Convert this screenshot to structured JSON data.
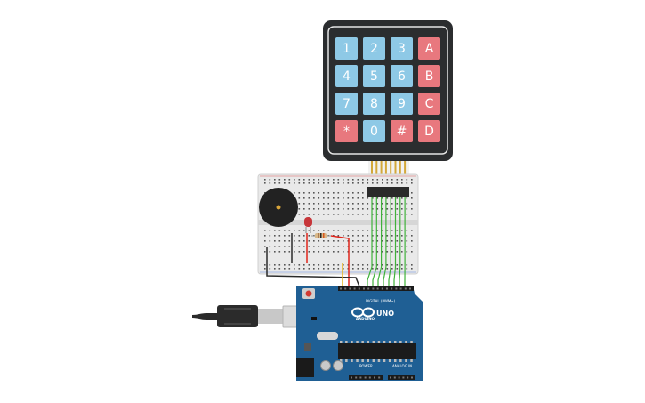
{
  "keypad": {
    "keys": [
      {
        "label": "1",
        "kind": "num"
      },
      {
        "label": "2",
        "kind": "num"
      },
      {
        "label": "3",
        "kind": "num"
      },
      {
        "label": "A",
        "kind": "fn"
      },
      {
        "label": "4",
        "kind": "num"
      },
      {
        "label": "5",
        "kind": "num"
      },
      {
        "label": "6",
        "kind": "num"
      },
      {
        "label": "B",
        "kind": "fn"
      },
      {
        "label": "7",
        "kind": "num"
      },
      {
        "label": "8",
        "kind": "num"
      },
      {
        "label": "9",
        "kind": "num"
      },
      {
        "label": "C",
        "kind": "fn"
      },
      {
        "label": "*",
        "kind": "fn"
      },
      {
        "label": "0",
        "kind": "num"
      },
      {
        "label": "#",
        "kind": "fn"
      },
      {
        "label": "D",
        "kind": "fn"
      }
    ]
  },
  "arduino": {
    "brand": "ARDUINO",
    "model": "UNO",
    "digital_label": "DIGITAL (PWM~)",
    "power_label": "POWER",
    "analog_label": "ANALOG IN"
  },
  "colors": {
    "board_blue": "#1f5f94",
    "key_blue": "#8ec9e6",
    "key_red": "#e8787e",
    "keypad_frame": "#2b2d2f",
    "wire_green": "#3fb23a",
    "wire_red": "#e0251b",
    "wire_black": "#2a2a2a",
    "wire_yellow": "#e8b21a"
  }
}
